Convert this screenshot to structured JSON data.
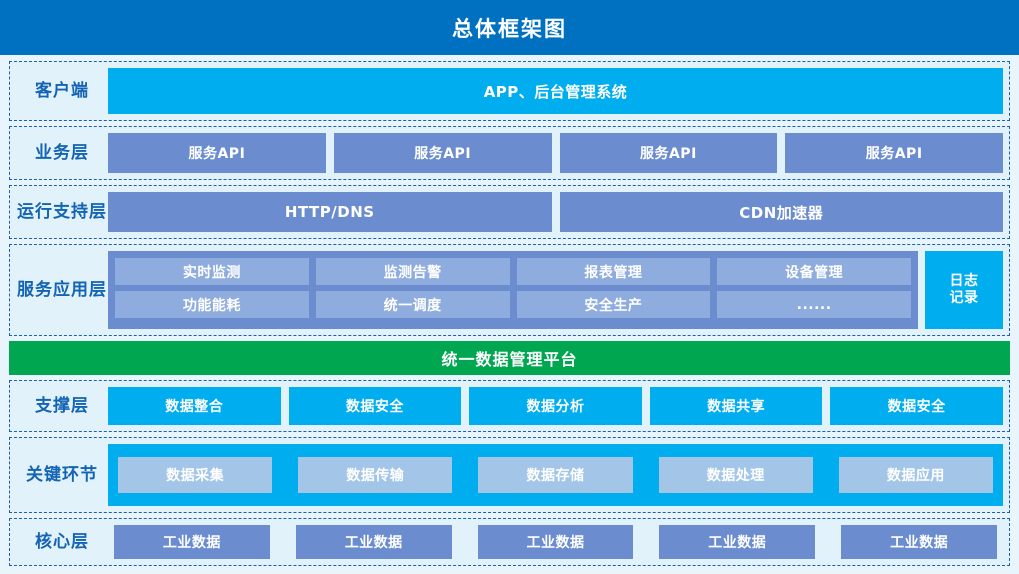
{
  "title": "总体框架图",
  "colors": {
    "title_bar": "#0070C0",
    "cyan": "#00ADEF",
    "periwinkle": "#6B8DD0",
    "periwinkle_light": "#8EACDE",
    "steel": "#A3C6E8",
    "green": "#00A650",
    "page_bg": "#E9F5FC",
    "layer_bg": "#E2F2FB",
    "label_text": "#1464B4",
    "dash_border": "#1F5FA9"
  },
  "layers": [
    {
      "label": "客户端",
      "blocks": [
        {
          "text": "APP、后台管理系统",
          "color": "cyan"
        }
      ]
    },
    {
      "label": "业务层",
      "blocks": [
        {
          "text": "服务API",
          "color": "periwinkle"
        },
        {
          "text": "服务API",
          "color": "periwinkle"
        },
        {
          "text": "服务API",
          "color": "periwinkle"
        },
        {
          "text": "服务API",
          "color": "periwinkle"
        }
      ]
    },
    {
      "label": "运行支\n持层",
      "label_line1": "运行支",
      "label_line2": "持层",
      "blocks": [
        {
          "text": "HTTP/DNS",
          "color": "periwinkle"
        },
        {
          "text": "CDN加速器",
          "color": "periwinkle"
        }
      ]
    },
    {
      "label_line1": "服务",
      "label_line2": "应用层",
      "row1": [
        {
          "text": "实时监测",
          "color": "periwinkle_light"
        },
        {
          "text": "监测告警",
          "color": "periwinkle_light"
        },
        {
          "text": "报表管理",
          "color": "periwinkle_light"
        },
        {
          "text": "设备管理",
          "color": "periwinkle_light"
        }
      ],
      "row2": [
        {
          "text": "功能能耗",
          "color": "periwinkle_light"
        },
        {
          "text": "统一调度",
          "color": "periwinkle_light"
        },
        {
          "text": "安全生产",
          "color": "periwinkle_light"
        },
        {
          "text": "......",
          "color": "periwinkle_light"
        }
      ],
      "log_line1": "日志",
      "log_line2": "记录"
    },
    {
      "platform": "统一数据管理平台"
    },
    {
      "label": "支撑层",
      "blocks": [
        {
          "text": "数据整合",
          "color": "cyan"
        },
        {
          "text": "数据安全",
          "color": "cyan"
        },
        {
          "text": "数据分析",
          "color": "cyan"
        },
        {
          "text": "数据共享",
          "color": "cyan"
        },
        {
          "text": "数据安全",
          "color": "cyan"
        }
      ]
    },
    {
      "label_line1": "关键",
      "label_line2": "环节",
      "blocks": [
        {
          "text": "数据采集",
          "color": "steel"
        },
        {
          "text": "数据传输",
          "color": "steel"
        },
        {
          "text": "数据存储",
          "color": "steel"
        },
        {
          "text": "数据处理",
          "color": "steel"
        },
        {
          "text": "数据应用",
          "color": "steel"
        }
      ]
    },
    {
      "label": "核心层",
      "blocks": [
        {
          "text": "工业数据",
          "color": "periwinkle"
        },
        {
          "text": "工业数据",
          "color": "periwinkle"
        },
        {
          "text": "工业数据",
          "color": "periwinkle"
        },
        {
          "text": "工业数据",
          "color": "periwinkle"
        },
        {
          "text": "工业数据",
          "color": "periwinkle"
        }
      ]
    }
  ]
}
